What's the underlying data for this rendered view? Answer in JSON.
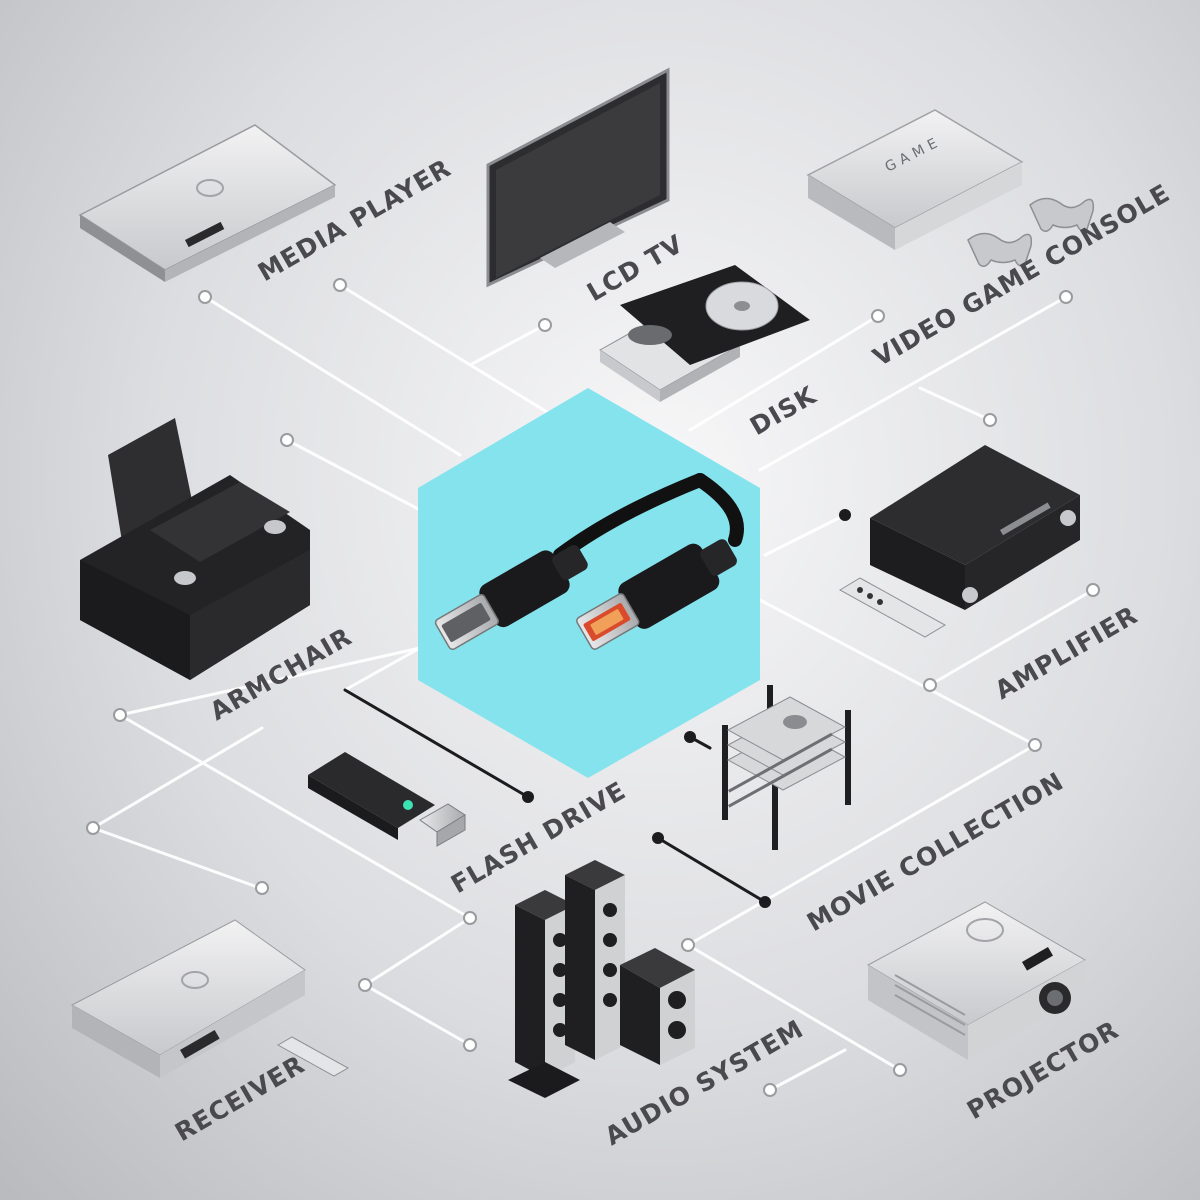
{
  "hub": {
    "name": "hdmi-cable",
    "color": "#84e3ed"
  },
  "devices": {
    "media_player": "MEDIA PLAYER",
    "lcd_tv": "LCD TV",
    "video_game_console": "VIDEO GAME CONSOLE",
    "game_logo": "GAME",
    "disk": "DISK",
    "armchair": "ARMCHAIR",
    "amplifier": "AMPLIFIER",
    "flash_drive": "FLASH DRIVE",
    "movie_collection": "MOVIE COLLECTION",
    "receiver": "RECEIVER",
    "audio_system": "AUDIO SYSTEM",
    "projector": "PROJECTOR"
  },
  "colors": {
    "line": "#ffffff",
    "dark_line": "#1c1c1e",
    "device_dark": "#2b2b2d",
    "device_light": "#d9dadc",
    "label": "#4a4a4e"
  }
}
